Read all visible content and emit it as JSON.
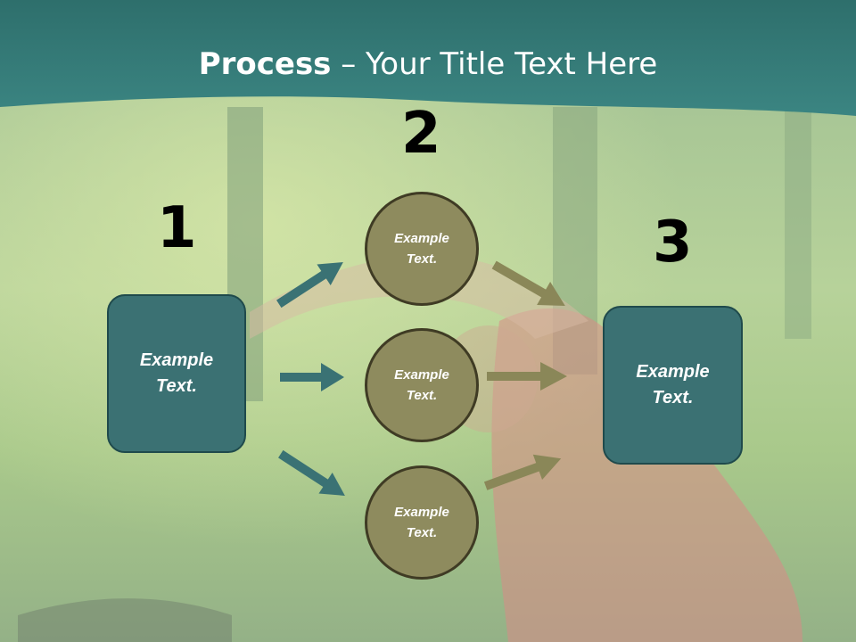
{
  "title": {
    "bold": "Process",
    "rest": " – Your Title Text Here"
  },
  "steps": [
    {
      "number": "1",
      "text_line1": "Example",
      "text_line2": "Text."
    },
    {
      "number": "2",
      "text_line1": "Example",
      "text_line2": "Text."
    },
    {
      "number": "3",
      "text_line1": "Example",
      "text_line2": "Text."
    }
  ],
  "circles": [
    {
      "text_line1": "Example",
      "text_line2": "Text."
    },
    {
      "text_line1": "Example",
      "text_line2": "Text."
    },
    {
      "text_line1": "Example",
      "text_line2": "Text."
    }
  ],
  "colors": {
    "banner": "#3a7a78",
    "box": "#3b7173",
    "circle": "#8e8b5e",
    "arrow_teal": "#3a7274",
    "arrow_olive": "#8a8758"
  }
}
